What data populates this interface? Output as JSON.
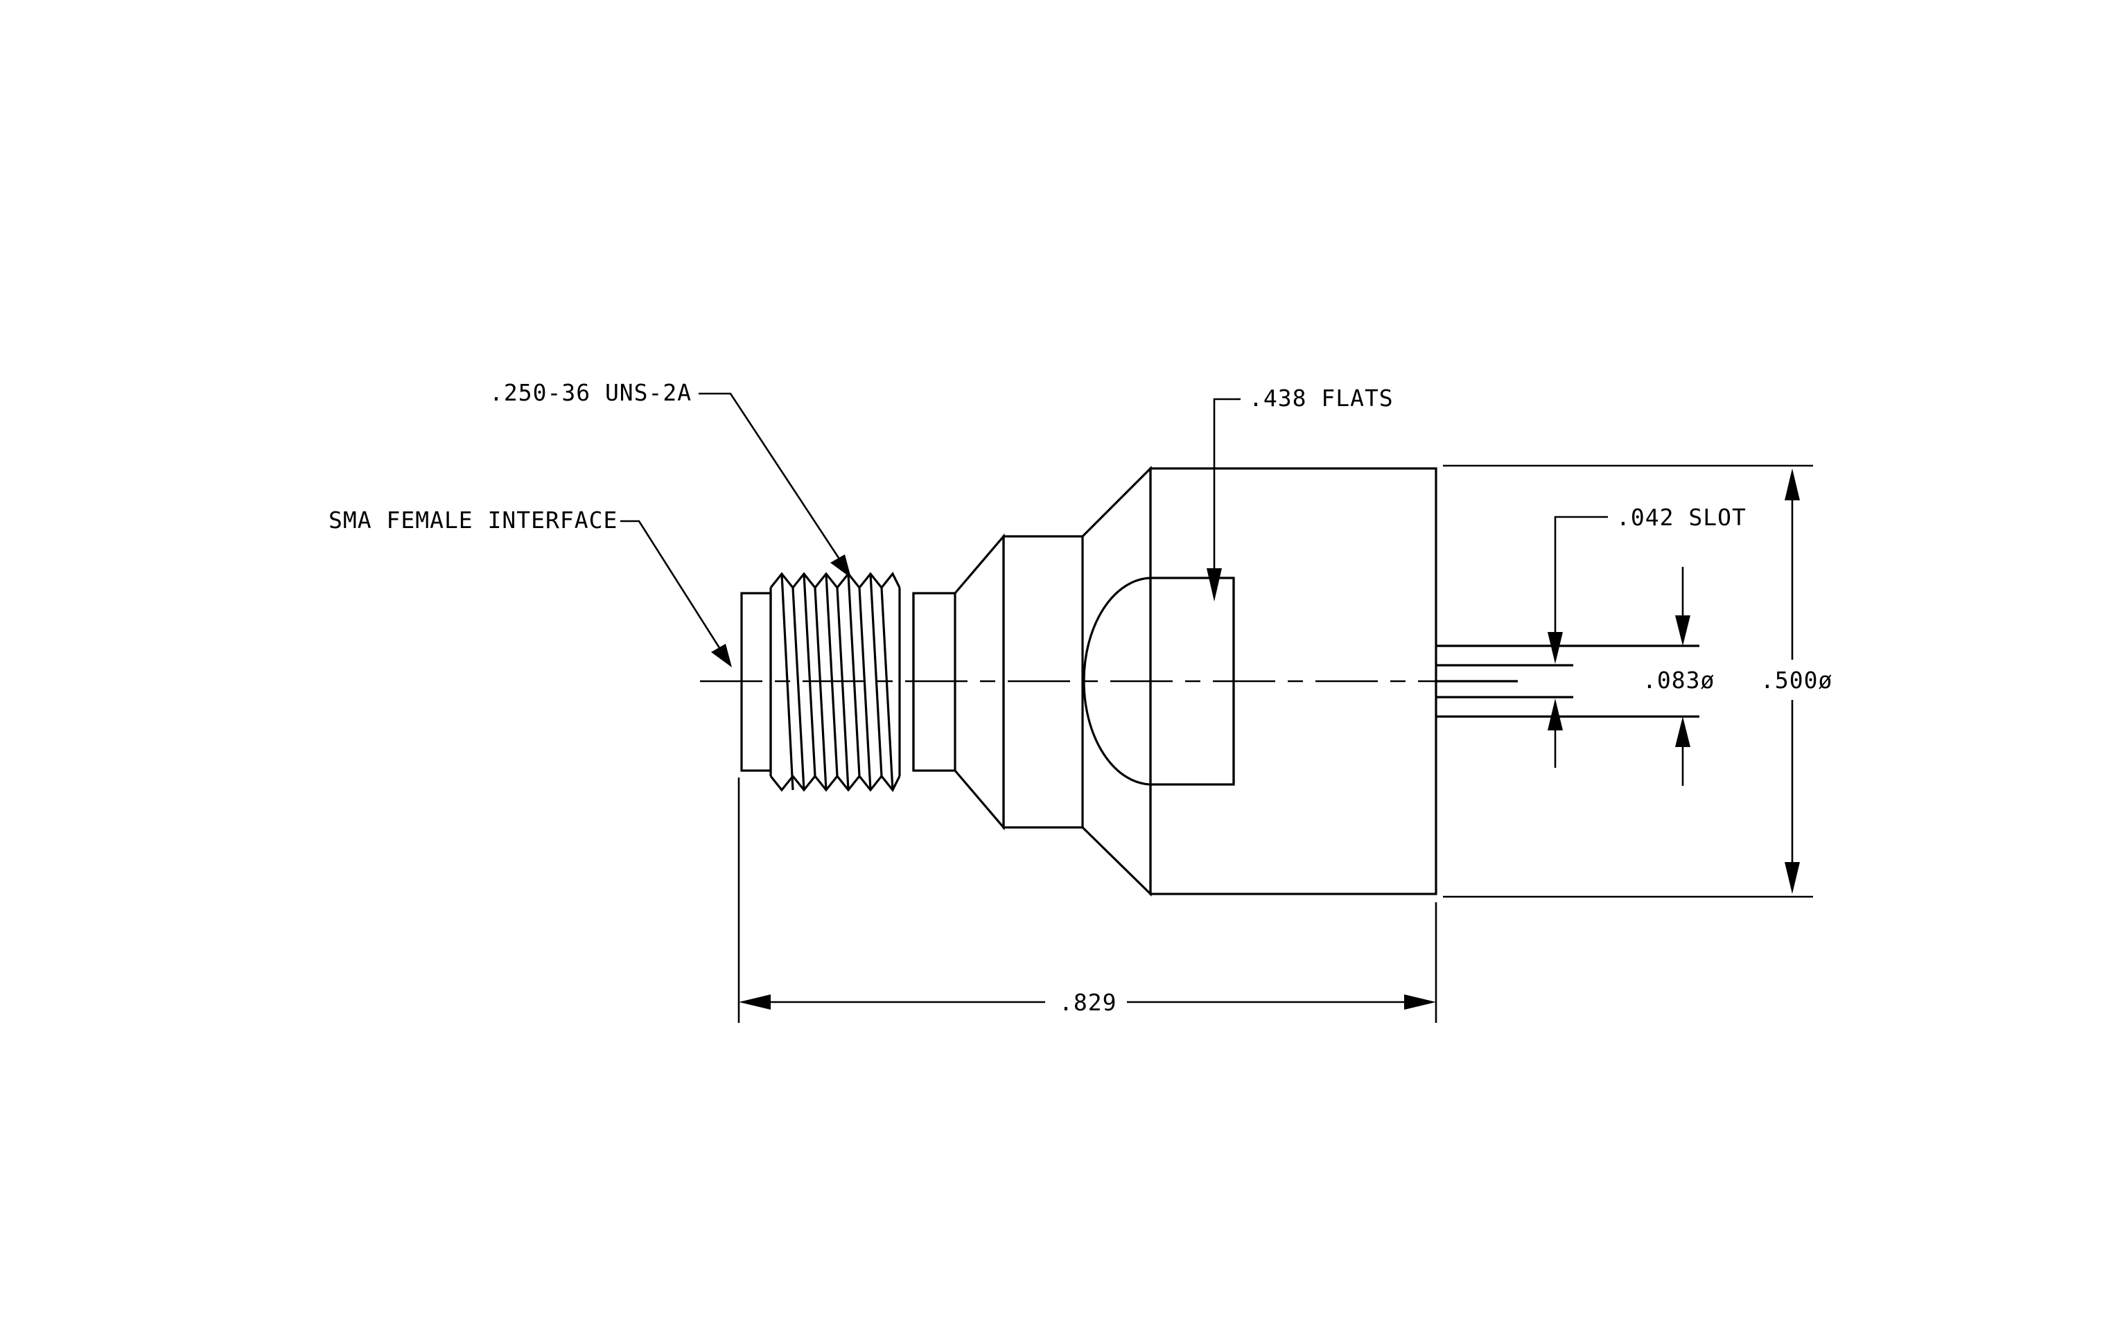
{
  "callouts": {
    "sma_interface": "SMA FEMALE INTERFACE",
    "thread": ".250-36 UNS-2A",
    "flats": ".438 FLATS",
    "slot": ".042 SLOT"
  },
  "dimensions": {
    "length": ".829",
    "pin_diameter": ".083ø",
    "body_diameter": ".500ø"
  }
}
